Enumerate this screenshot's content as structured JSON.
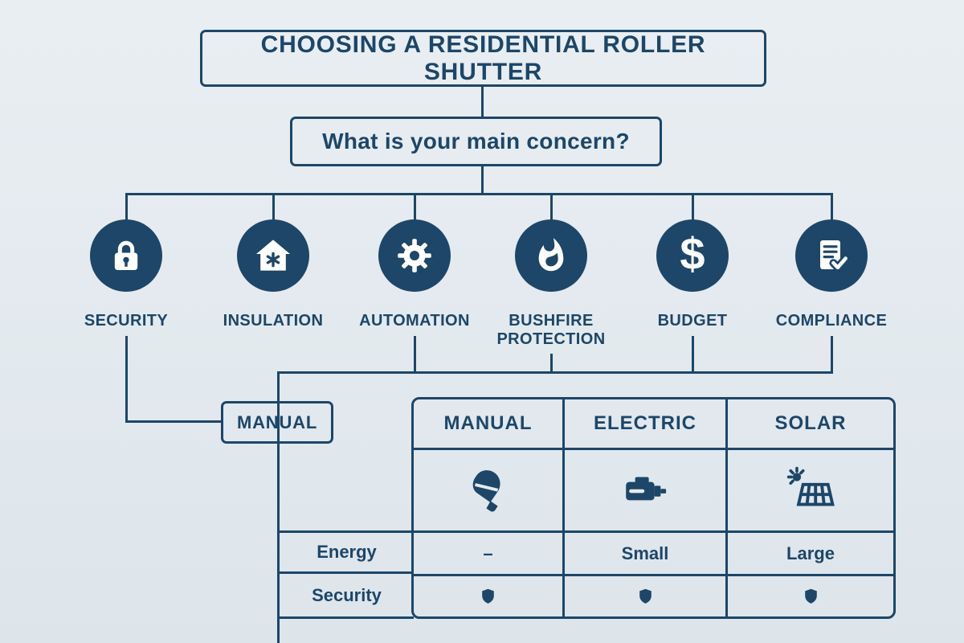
{
  "colors": {
    "navy": "#1d4668",
    "background": "#e5ebef",
    "icon_glyph": "#ffffff"
  },
  "title": "CHOOSING A RESIDENTIAL ROLLER SHUTTER",
  "question": "What is your main concern?",
  "concerns": [
    {
      "label": "SECURITY",
      "icon": "lock-icon"
    },
    {
      "label": "INSULATION",
      "icon": "insulated-house-icon"
    },
    {
      "label": "AUTOMATION",
      "icon": "gear-icon"
    },
    {
      "label": "BUSHFIRE PROTECTION",
      "icon": "flame-icon"
    },
    {
      "label": "BUDGET",
      "icon": "dollar-icon"
    },
    {
      "label": "COMPLIANCE",
      "icon": "compliance-document-icon"
    }
  ],
  "manual_branch": {
    "label": "MANUAL"
  },
  "comparison_table": {
    "columns": [
      "MANUAL",
      "ELECTRIC",
      "SOLAR"
    ],
    "column_icons": [
      "hand-crank-icon",
      "electric-motor-icon",
      "solar-panel-icon"
    ],
    "row_labels": [
      "Energy",
      "Security"
    ],
    "energy_values": [
      "–",
      "Small",
      "Large"
    ],
    "security_values": [
      "shield",
      "shield",
      "shield"
    ]
  }
}
